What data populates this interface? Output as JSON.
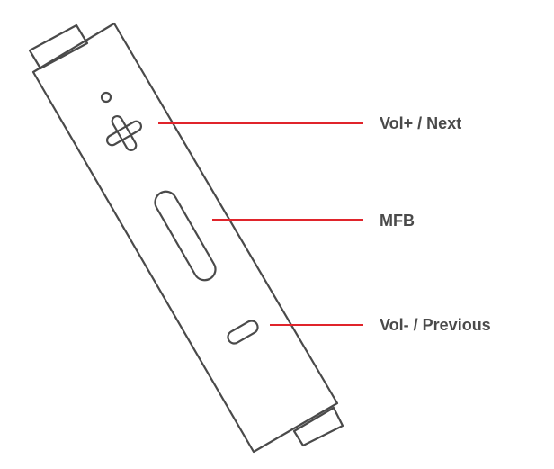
{
  "colors": {
    "outline": "#4a4a4a",
    "leader_line": "#e0242b",
    "label_text": "#4a4a4a",
    "background": "#ffffff"
  },
  "device": {
    "buttons": [
      {
        "icon": "plus-icon",
        "function": "volume-up-next"
      },
      {
        "icon": "oblong-slot-icon",
        "function": "multifunction"
      },
      {
        "icon": "small-slot-icon",
        "function": "volume-down-previous"
      }
    ],
    "indicator": "led-hole-icon"
  },
  "callouts": {
    "vol_up": "Vol+ / Next",
    "mfb": "MFB",
    "vol_down": "Vol- / Previous"
  }
}
